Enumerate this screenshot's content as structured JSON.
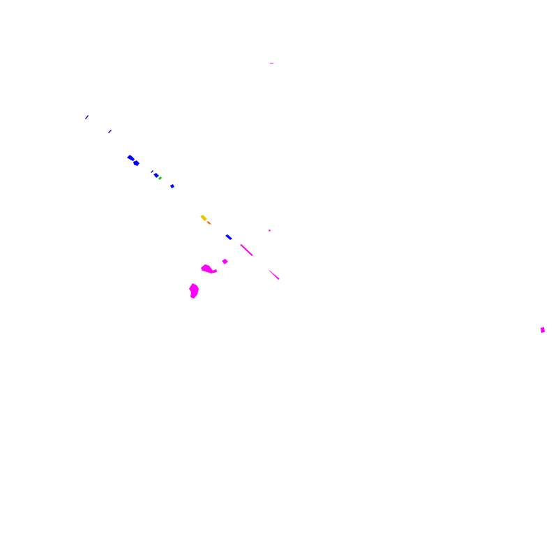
{
  "canvas": {
    "background": "#ffffff"
  },
  "palette": {
    "blue": "#0000ff",
    "magenta": "#ff00ff",
    "green": "#00cc00",
    "yellow": "#e6c800",
    "orange": "#ff6600",
    "red": "#cc0000"
  },
  "blobs": [
    {
      "name": "blue-speck",
      "color": "blue"
    },
    {
      "name": "blue-speck",
      "color": "blue"
    },
    {
      "name": "blue-blob",
      "color": "blue"
    },
    {
      "name": "blue-blob",
      "color": "blue"
    },
    {
      "name": "blue-speck",
      "color": "blue"
    },
    {
      "name": "blue-speck",
      "color": "blue"
    },
    {
      "name": "green-speck",
      "color": "green"
    },
    {
      "name": "blue-speck",
      "color": "blue"
    },
    {
      "name": "yellow-speck",
      "color": "yellow"
    },
    {
      "name": "orange-speck",
      "color": "orange"
    },
    {
      "name": "blue-speck",
      "color": "blue"
    },
    {
      "name": "magenta-speck",
      "color": "magenta"
    },
    {
      "name": "magenta-speck",
      "color": "magenta"
    },
    {
      "name": "magenta-blob",
      "color": "magenta"
    },
    {
      "name": "magenta-blob",
      "color": "magenta"
    },
    {
      "name": "magenta-speck",
      "color": "magenta"
    },
    {
      "name": "magenta-speck",
      "color": "magenta"
    },
    {
      "name": "magenta-speck",
      "color": "magenta"
    }
  ]
}
